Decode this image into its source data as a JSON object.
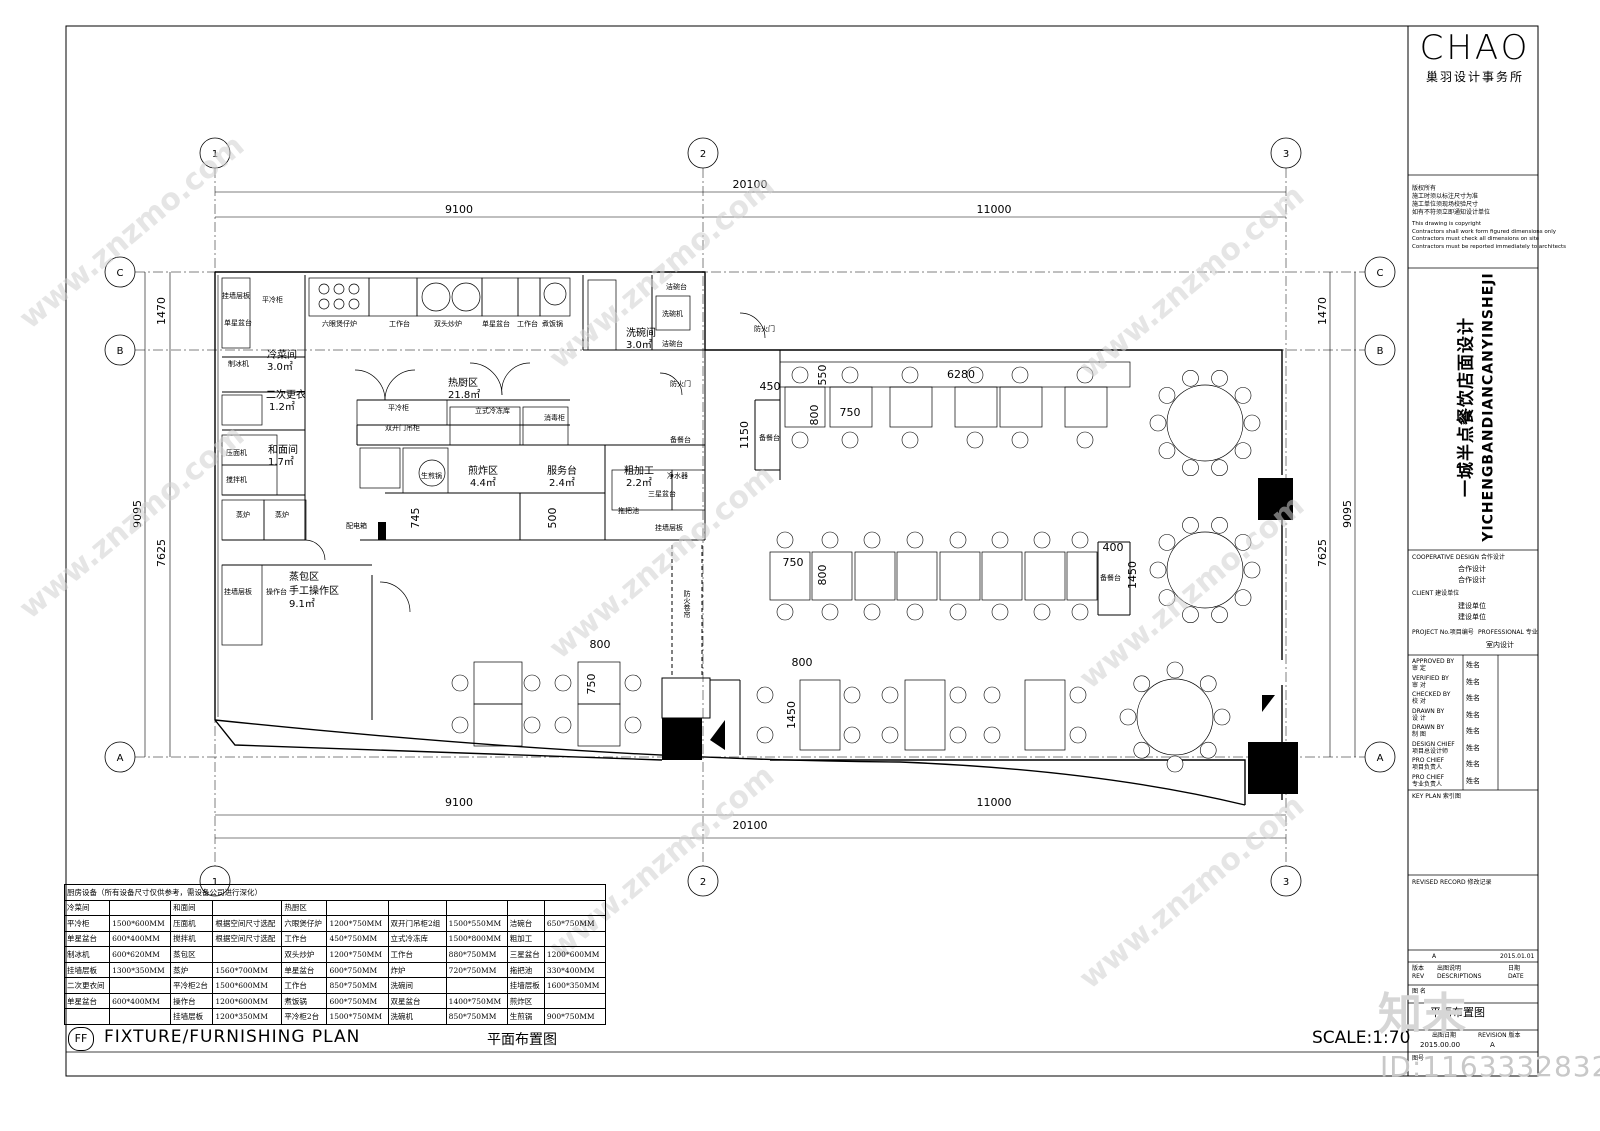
{
  "logo": {
    "main": "CHAO",
    "sub": "巢羽设计事务所"
  },
  "copyright": {
    "lines_cn": [
      "版权所有",
      "施工时须以标注尺寸为准",
      "施工单位须现场校验尺寸",
      "如有不符须立即通知设计单位"
    ],
    "lines_en": [
      "This drawing is copyright",
      "Contractors shall work form figured dimensions only",
      "Contractors must check all dimensions on site",
      "Contractors must be reported immediately to architects"
    ]
  },
  "project_title": {
    "cn": "一城半点餐饮店面设计",
    "en": "YICHENGBANDIANCANYINSHEJI"
  },
  "title_block": {
    "cooperative_label": "COOPERATIVE DESIGN 合作设计",
    "cooperative_values": [
      "合作设计",
      "合作设计"
    ],
    "client_label": "CLIENT 建设单位",
    "client_values": [
      "建设单位",
      "建设单位"
    ],
    "project_no_label": "PROJECT No.项目编号",
    "professional_label": "PROFESSIONAL 专业",
    "professional_value": "室内设计",
    "roles": [
      {
        "en": "APPROVED BY",
        "cn": "审 定",
        "name": "姓名"
      },
      {
        "en": "VERIFIED BY",
        "cn": "审 对",
        "name": "姓名"
      },
      {
        "en": "CHECKED BY",
        "cn": "校 对",
        "name": "姓名"
      },
      {
        "en": "DRAWN BY",
        "cn": "设 计",
        "name": "姓名"
      },
      {
        "en": "DRAWN BY",
        "cn": "制 图",
        "name": "姓名"
      },
      {
        "en": "DESIGN CHIEF",
        "cn": "项目总设计师",
        "name": "姓名"
      },
      {
        "en": "PRO CHIEF",
        "cn": "项目负责人",
        "name": "姓名"
      },
      {
        "en": "PRO CHIEF",
        "cn": "专业负责人",
        "name": "姓名"
      }
    ],
    "key_plan": "KEY PLAN 索引图",
    "revised_record": "REVISED RECORD 修改记录",
    "rev_a": "A",
    "rev_date": "2015.01.01",
    "rev_headers": [
      "版本",
      "出图说明",
      "日期"
    ],
    "rev_headers_en": [
      "REV",
      "DESCRIPTIONS",
      "DATE"
    ],
    "drawing_name_label": "图 名",
    "drawing_name": "平面布置图",
    "issue_date_label": "出图日期",
    "revision_label": "REVISION 版本",
    "issue_date": "2015.00.00",
    "revision": "A",
    "sheet_label": "图号"
  },
  "plan": {
    "grid_cols": [
      "1",
      "2",
      "3"
    ],
    "grid_rows": [
      "C",
      "B",
      "A"
    ],
    "dims_top": {
      "total": "20100",
      "left": "9100",
      "right": "11000"
    },
    "dims_bottom": {
      "total": "20100",
      "left": "9100",
      "right": "11000"
    },
    "dims_left": {
      "total": "9095",
      "top": "1470",
      "bottom": "7625"
    },
    "dims_right": {
      "total": "9095",
      "top": "1470",
      "bottom": "7625"
    },
    "inner_dims": [
      "6280",
      "550",
      "450",
      "750",
      "800",
      "1150",
      "745",
      "500",
      "400",
      "1450",
      "750",
      "800",
      "800",
      "750",
      "800",
      "1450"
    ],
    "rooms": [
      {
        "name": "冷菜间",
        "area": "3.0㎡"
      },
      {
        "name": "二次更衣",
        "area": "1.2㎡"
      },
      {
        "name": "和面间",
        "area": "1.7㎡"
      },
      {
        "name": "热厨区",
        "area": "21.8㎡"
      },
      {
        "name": "洗碗间",
        "area": "3.0㎡"
      },
      {
        "name": "煎炸区",
        "area": "4.4㎡"
      },
      {
        "name": "服务台",
        "area": "2.4㎡"
      },
      {
        "name": "粗加工",
        "area": "2.2㎡"
      },
      {
        "name": "蒸包区",
        "area": ""
      },
      {
        "name": "手工操作区",
        "area": "9.1㎡"
      }
    ],
    "equipment_labels": [
      "挂墙层板",
      "平冷柜",
      "单星盆台",
      "制冰机",
      "六眼煲仔炉",
      "工作台",
      "双头炒炉",
      "单星盆台",
      "工作台",
      "煮饭锅",
      "洁碗台",
      "洗碗机",
      "洁碗台",
      "平冷柜",
      "立式冷冻库",
      "双开门吊柜",
      "消毒柜",
      "压面机",
      "搅拌机",
      "生煎锅",
      "蒸炉",
      "蒸炉",
      "配电箱",
      "净水器",
      "三星盆台",
      "拖把池",
      "挂墙层板",
      "挂墙层板",
      "操作台",
      "防火门",
      "防火门",
      "备餐台",
      "备餐台",
      "备餐台",
      "防火卷帘"
    ]
  },
  "schedule": {
    "title": "厨房设备（所有设备尺寸仅供参考，需设备公司进行深化）",
    "rows": [
      [
        "冷菜间",
        "",
        "和面间",
        "",
        "热厨区",
        "",
        "",
        "",
        "",
        ""
      ],
      [
        "平冷柜",
        "1500*600MM",
        "压面机",
        "根据空间尺寸选配",
        "六眼煲仔炉",
        "1200*750MM",
        "双开门吊柜2组",
        "1500*550MM",
        "洁碗台",
        "650*750MM"
      ],
      [
        "单星盆台",
        "600*400MM",
        "搅拌机",
        "根据空间尺寸选配",
        "工作台",
        "450*750MM",
        "立式冷冻库",
        "1500*800MM",
        "粗加工",
        ""
      ],
      [
        "制冰机",
        "600*620MM",
        "蒸包区",
        "",
        "双头炒炉",
        "1200*750MM",
        "工作台",
        "880*750MM",
        "三星盆台",
        "1200*600MM"
      ],
      [
        "挂墙层板",
        "1300*350MM",
        "蒸炉",
        "1560*700MM",
        "单星盆台",
        "600*750MM",
        "炸炉",
        "720*750MM",
        "拖把池",
        "330*400MM"
      ],
      [
        "二次更衣间",
        "",
        "平冷柜2台",
        "1500*600MM",
        "工作台",
        "850*750MM",
        "洗碗间",
        "",
        "挂墙层板",
        "1600*350MM"
      ],
      [
        "单星盆台",
        "600*400MM",
        "操作台",
        "1200*600MM",
        "煮饭锅",
        "600*750MM",
        "双星盆台",
        "1400*750MM",
        "煎炸区",
        ""
      ],
      [
        "",
        "",
        "挂墙层板",
        "1200*350MM",
        "平冷柜2台",
        "1500*750MM",
        "洗碗机",
        "850*750MM",
        "生煎锅",
        "900*750MM"
      ]
    ]
  },
  "footer": {
    "badge": "FF",
    "title": "FIXTURE/FURNISHING PLAN",
    "title_cn": "平面布置图",
    "scale": "SCALE:1:70"
  },
  "watermarks": {
    "id": "ID:1163332832",
    "zh": "知末",
    "site": "www.znzmo.com"
  }
}
